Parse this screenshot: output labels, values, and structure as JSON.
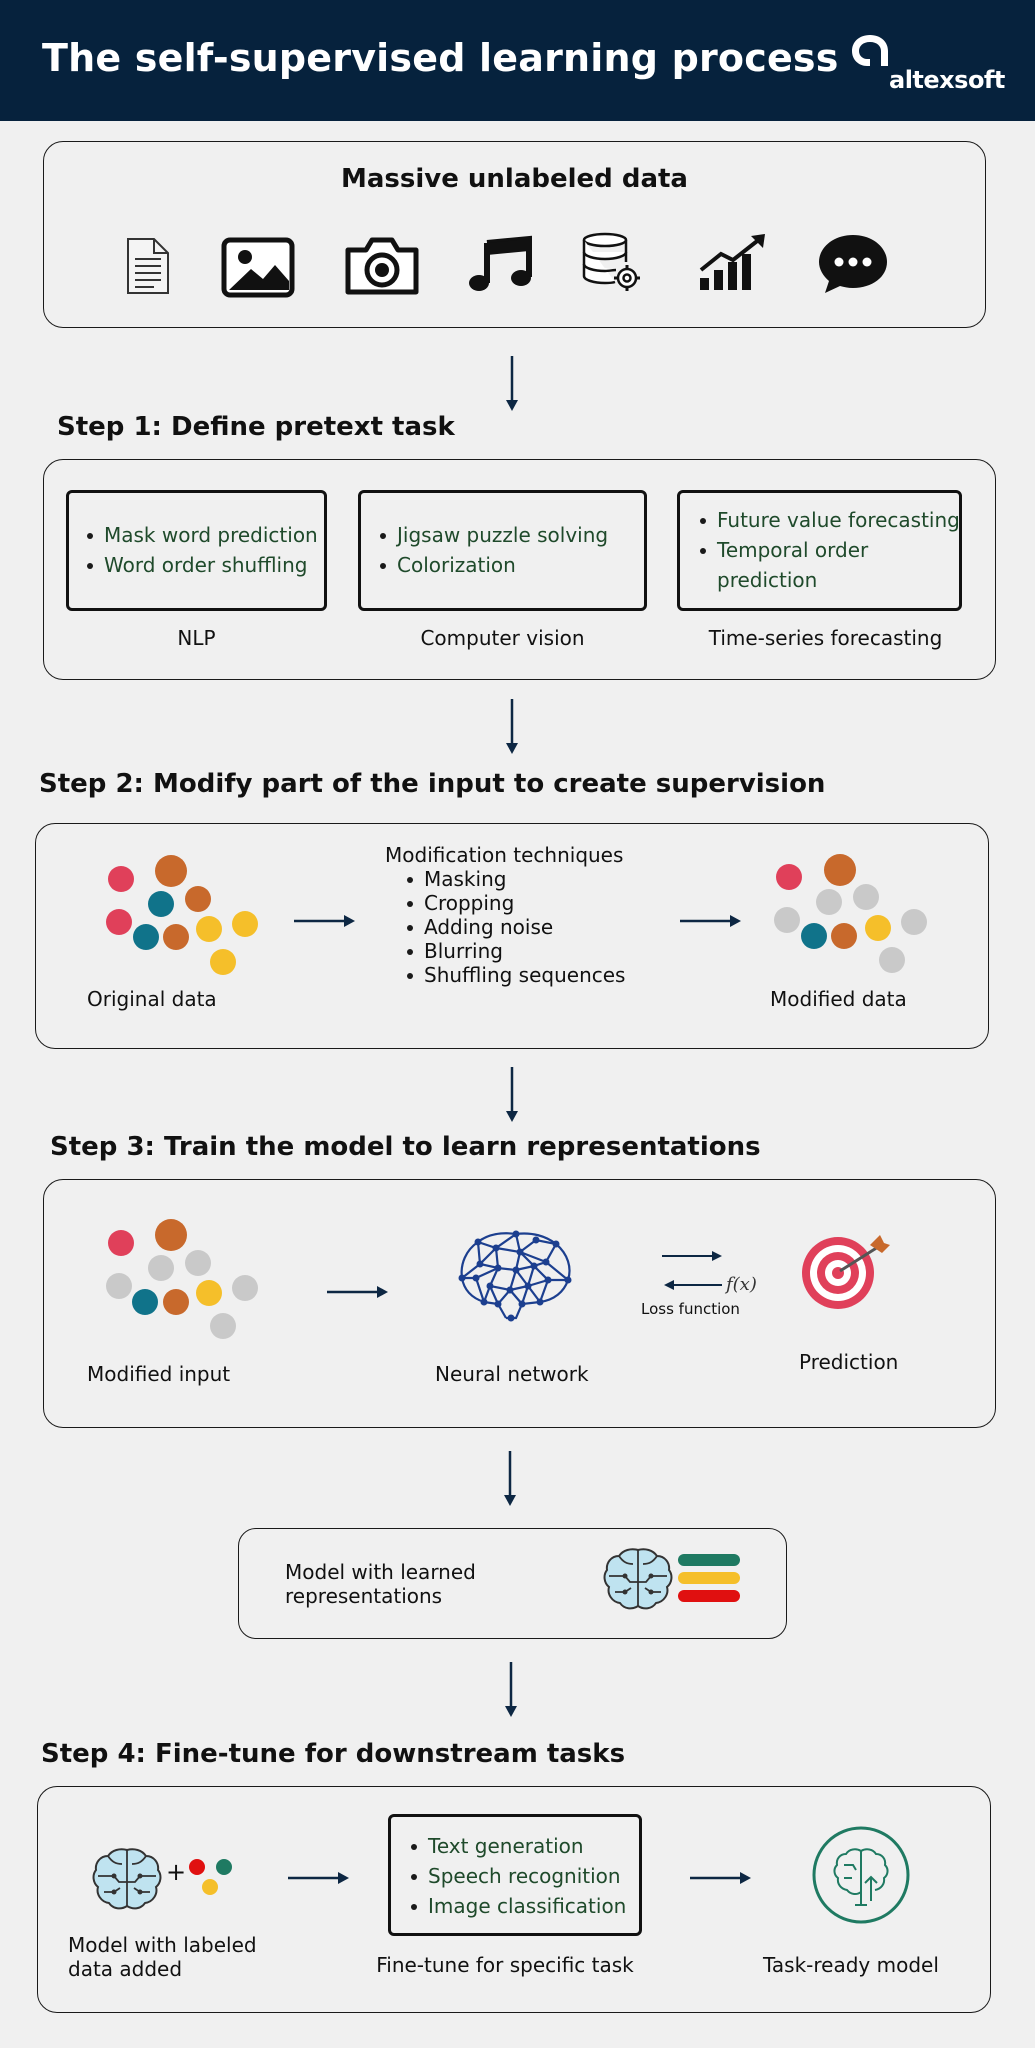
{
  "header": {
    "title": "The self-supervised learning process",
    "brand": "altexsoft"
  },
  "source": {
    "title": "Massive unlabeled data",
    "icons": [
      "document-icon",
      "image-icon",
      "camera-icon",
      "music-icon",
      "database-icon",
      "growth-chart-icon",
      "chat-bubble-icon"
    ]
  },
  "step1": {
    "title": "Step 1: Define pretext task",
    "tasks": [
      {
        "label": "NLP",
        "items": [
          "Mask word prediction",
          "Word order shuffling"
        ]
      },
      {
        "label": "Computer vision",
        "items": [
          "Jigsaw puzzle solving",
          "Colorization"
        ]
      },
      {
        "label": "Time-series forecasting",
        "items": [
          "Future value forecasting",
          "Temporal order prediction"
        ]
      }
    ]
  },
  "step2": {
    "title": "Step 2: Modify part of the input to create supervision",
    "original_label": "Original data",
    "techniques_title": "Modification techniques",
    "techniques": [
      "Masking",
      "Cropping",
      "Adding noise",
      "Blurring",
      "Shuffling sequences"
    ],
    "modified_label": "Modified data"
  },
  "step3": {
    "title": "Step 3: Train the model to learn representations",
    "input_label": "Modified input",
    "network_label": "Neural network",
    "loss_symbol": "f(x)",
    "loss_label": "Loss function",
    "prediction_label": "Prediction"
  },
  "learned": {
    "label": "Model with learned representations",
    "line1": "Model with learned",
    "line2": "representations"
  },
  "step4": {
    "title": "Step 4: Fine-tune for downstream tasks",
    "base_label_line1": "Model with labeled",
    "base_label_line2": "data added",
    "plus": "+",
    "tasks": [
      "Text generation",
      "Speech recognition",
      "Image classification"
    ],
    "finetune_label": "Fine-tune for specific task",
    "ready_label": "Task-ready model"
  },
  "colors": {
    "navy": "#06223d",
    "red": "#e0405a",
    "orange": "#c8692c",
    "teal": "#10738a",
    "yellow": "#f5bf2a",
    "gray": "#c9c9c9",
    "green": "#1f7a62",
    "brain_fill": "#bfe3f0",
    "network_blue": "#1c3f8f"
  }
}
